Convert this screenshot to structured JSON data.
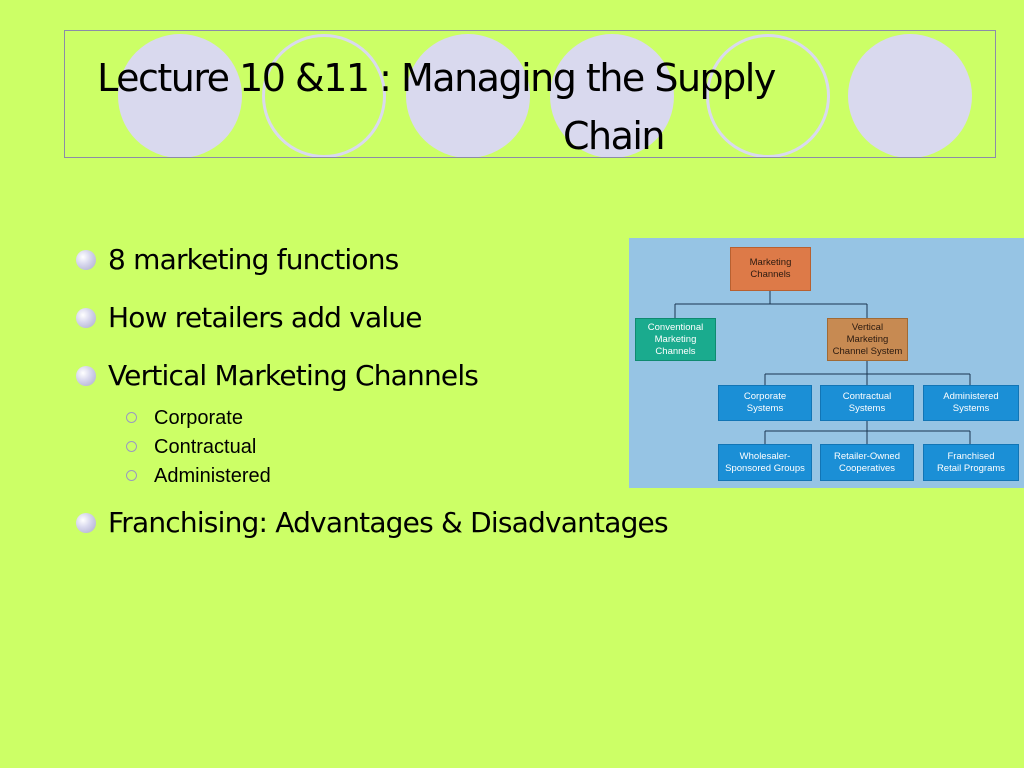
{
  "title": {
    "line1": "Lecture 10 &11 : Managing the Supply",
    "line2": "Chain"
  },
  "bullets": {
    "item1": "8 marketing functions",
    "item2": "How retailers add value",
    "item3": "Vertical Marketing Channels",
    "item3_sub": [
      "Corporate",
      "Contractual",
      "Administered"
    ],
    "item4": "Franchising: Advantages & Disadvantages"
  },
  "diagram": {
    "root": "Marketing\nChannels",
    "conventional": "Conventional\nMarketing\nChannels",
    "vertical": "Vertical\nMarketing\nChannel System",
    "corporate": "Corporate\nSystems",
    "contractual": "Contractual\nSystems",
    "administered": "Administered\nSystems",
    "wholesaler": "Wholesaler-\nSponsored Groups",
    "retailer": "Retailer-Owned\nCooperatives",
    "franchised": "Franchised\nRetail Programs"
  },
  "colors": {
    "background": "#ccff66",
    "circle": "#d9d9ee",
    "diagram_bg": "#96c4e4",
    "node_orange": "#dd7a48",
    "node_teal": "#1aab8e",
    "node_tan": "#c78a52",
    "node_blue": "#1b8fd6"
  }
}
